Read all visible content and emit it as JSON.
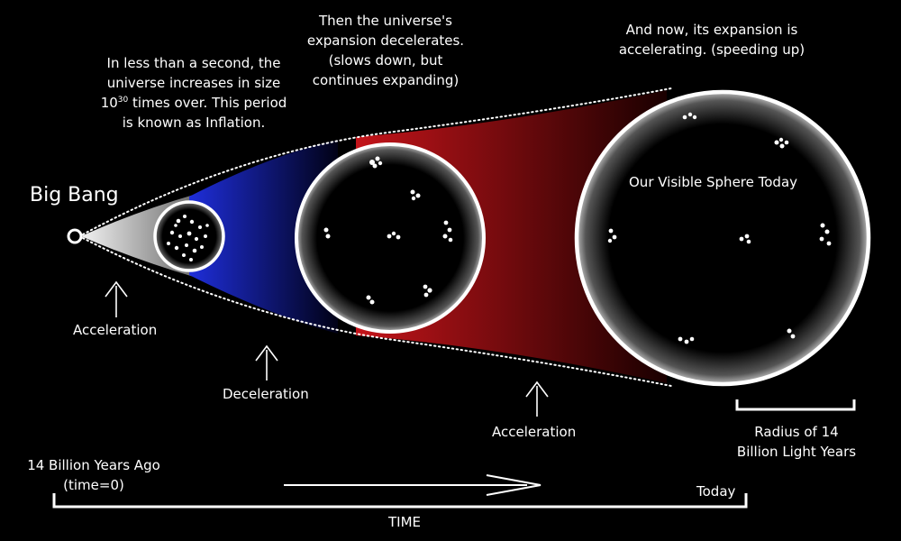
{
  "labels": {
    "big_bang": "Big Bang",
    "inflation_lines": [
      "In less than a second, the",
      "universe  increases in size",
      "times over. This period",
      "is known as Inflation."
    ],
    "inflation_base": "10",
    "inflation_exponent": "30",
    "deceleration_lines": [
      "Then the universe's",
      "expansion decelerates.",
      "(slows down, but",
      "continues expanding)"
    ],
    "acceleration_now_lines": [
      "And now, its expansion is",
      "accelerating. (speeding up)"
    ],
    "visible_sphere": "Our Visible Sphere Today",
    "arrow_acceleration_1": "Acceleration",
    "arrow_deceleration": "Deceleration",
    "arrow_acceleration_2": "Acceleration",
    "radius_lines": [
      "Radius of 14",
      "Billion Light Years"
    ],
    "time_start_lines": [
      "14 Billion Years Ago",
      "(time=0)"
    ],
    "today": "Today",
    "time": "TIME"
  },
  "colors": {
    "inflation": "#d9d9d9",
    "deceleration": "#1f2fd6",
    "acceleration": "#c4141a",
    "sphere_edge": "#ffffff",
    "background": "#000000"
  }
}
